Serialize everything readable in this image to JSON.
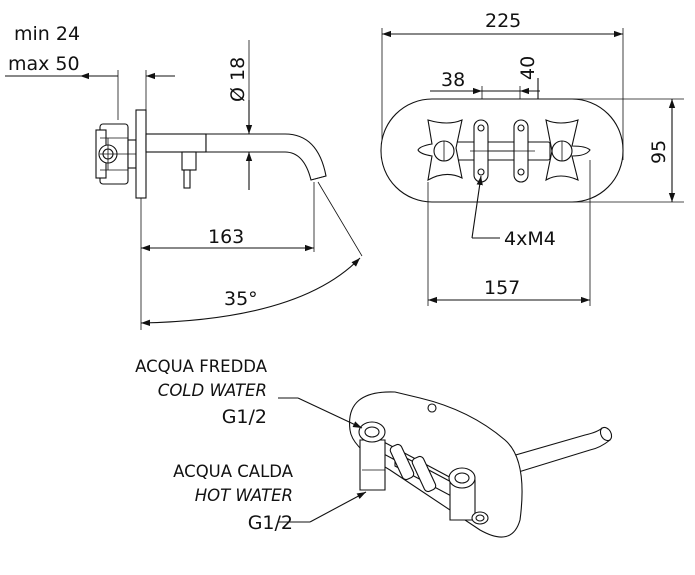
{
  "side_view": {
    "wall_min": "min 24",
    "wall_max": "max 50",
    "spout_diameter": "Ø 18",
    "spout_length": "163",
    "swivel_angle": "35°"
  },
  "front_view": {
    "plate_width": "225",
    "plate_height": "95",
    "hole_spacing_h": "38",
    "hole_spacing_v": "40",
    "screws": "4xM4",
    "handle_span": "157"
  },
  "connections": {
    "cold_it": "ACQUA FREDDA",
    "cold_en": "COLD WATER",
    "cold_thread": "G1/2",
    "hot_it": "ACQUA CALDA",
    "hot_en": "HOT WATER",
    "hot_thread": "G1/2"
  }
}
